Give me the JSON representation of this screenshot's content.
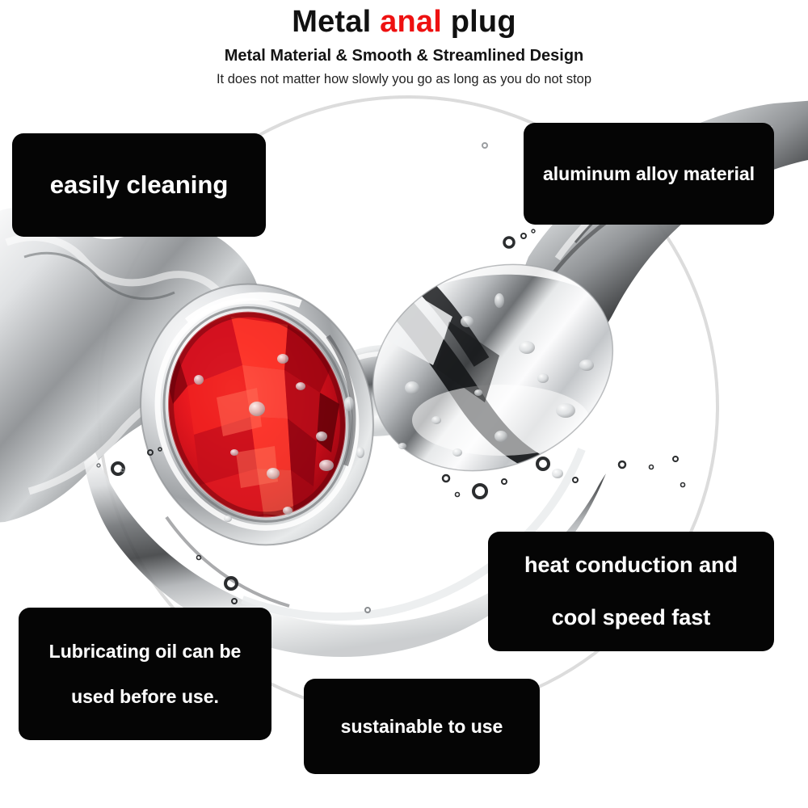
{
  "header": {
    "title_part1": "Metal ",
    "title_highlight": "anal",
    "title_part2": " plug",
    "highlight_color": "#ee1111",
    "subtitle": "Metal Material & Smooth & Streamlined Design",
    "tagline": "It does not matter how slowly you go as long as you do not stop"
  },
  "labels": [
    {
      "id": "easily-cleaning",
      "text": "easily cleaning"
    },
    {
      "id": "aluminum-alloy",
      "text": "aluminum alloy material"
    },
    {
      "id": "heat-conduction",
      "line1": "heat conduction and",
      "line2": "cool speed fast"
    },
    {
      "id": "lubricating-oil",
      "line1": "Lubricating oil can be",
      "line2": "used before use."
    },
    {
      "id": "sustainable-to-use",
      "text": "sustainable to use"
    }
  ],
  "product": {
    "name": "metal anal plug",
    "gem_color_bright": "#e8142a",
    "gem_color_deep": "#8d0010",
    "metal_color_light": "#fdfdfd",
    "metal_color_mid": "#b9bbbd",
    "metal_color_dark": "#2a2c2e",
    "background_color": "#ffffff",
    "ring_color": "#dcdcdc"
  }
}
